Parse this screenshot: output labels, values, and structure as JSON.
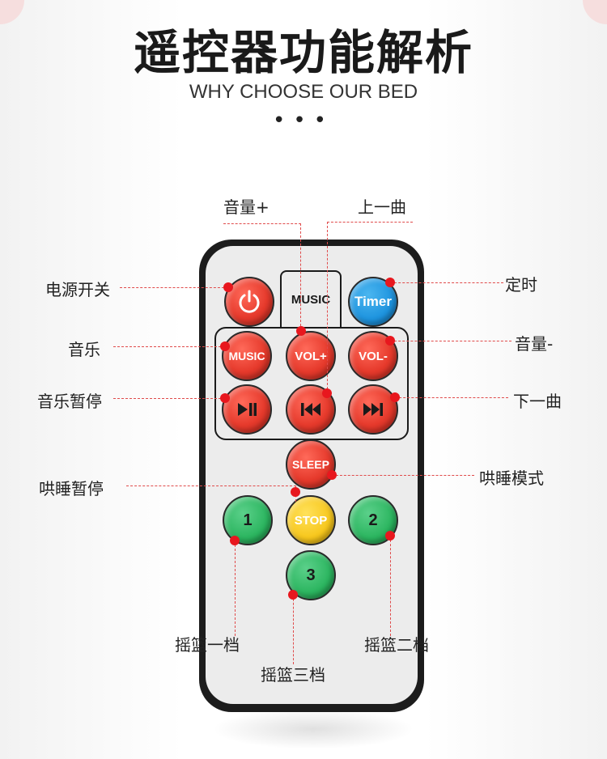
{
  "header": {
    "title": "遥控器功能解析",
    "subtitle": "WHY CHOOSE OUR BED",
    "dots": "•••"
  },
  "remote": {
    "buttons": {
      "power": {
        "icon": "power-icon"
      },
      "music_box_label": "MUSIC",
      "timer": "Timer",
      "music": "MUSIC",
      "vol_plus": "VOL+",
      "vol_minus": "VOL-",
      "play_pause": {
        "icon": "play-pause-icon"
      },
      "prev": {
        "icon": "previous-track-icon"
      },
      "next": {
        "icon": "next-track-icon"
      },
      "sleep": "SLEEP",
      "stop": "STOP",
      "one": "1",
      "two": "2",
      "three": "3"
    },
    "colors": {
      "red": "#e63a2c",
      "blue": "#1d93de",
      "green": "#2bb55f",
      "yellow": "#f7c71c",
      "callout": "#e8171e"
    }
  },
  "callouts": {
    "vol_plus": "音量+",
    "prev": "上一曲",
    "power": "电源开关",
    "timer": "定时",
    "music": "音乐",
    "vol_minus": "音量-",
    "play_pause": "音乐暂停",
    "next": "下一曲",
    "sleep_pause": "哄睡暂停",
    "sleep_mode": "哄睡模式",
    "cradle_one": "摇篮一档",
    "cradle_two": "摇篮二档",
    "cradle_three": "摇篮三档"
  }
}
